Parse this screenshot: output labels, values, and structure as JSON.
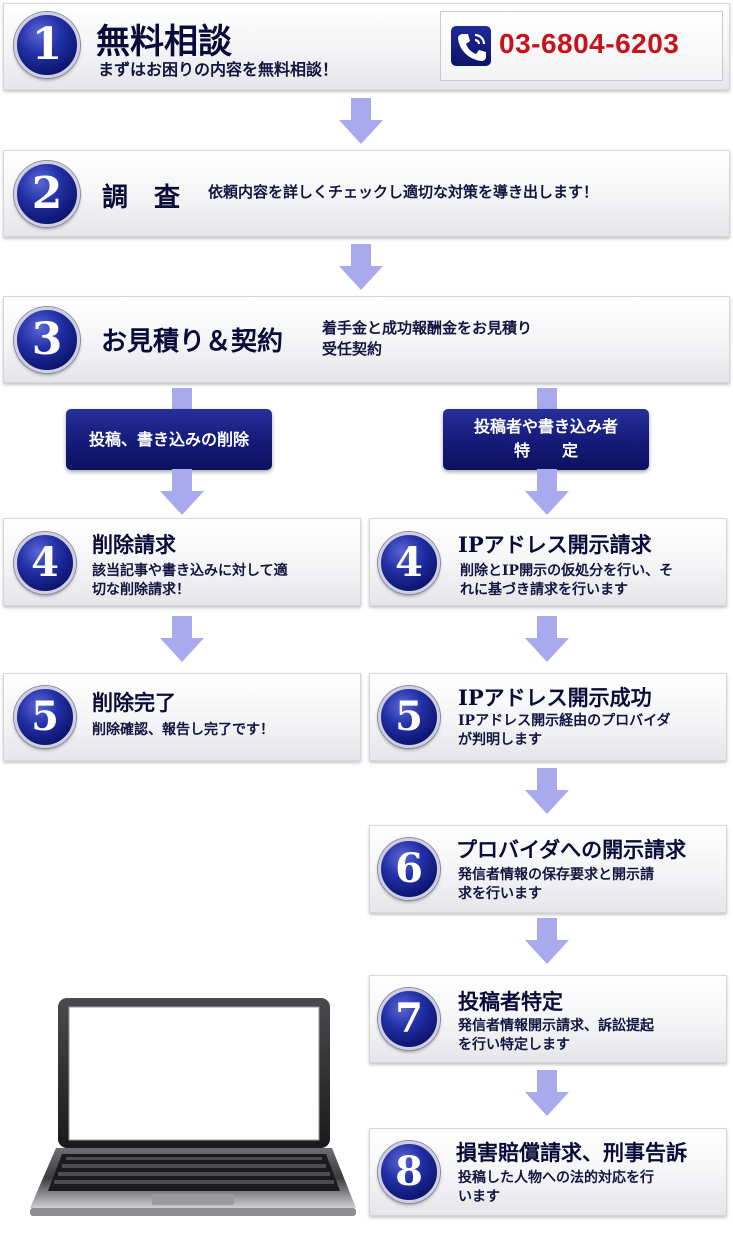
{
  "phone": {
    "number": "03-6804-6203",
    "icon": "phone-icon"
  },
  "colors": {
    "accent": "#121a7a",
    "phone_text": "#c8121b",
    "arrow": "#a9a9ee"
  },
  "steps": {
    "s1": {
      "num": "1",
      "title": "無料相談",
      "desc": "まずはお困りの内容を無料相談！"
    },
    "s2": {
      "num": "2",
      "title": "調　査",
      "desc": "依頼内容を詳しくチェックし適切な対策を導き出します！"
    },
    "s3": {
      "num": "3",
      "title": "お見積り＆契約",
      "desc_line1": "着手金と成功報酬金をお見積り",
      "desc_line2": "受任契約"
    }
  },
  "branches": {
    "left_label": "投稿、書き込みの削除",
    "right_label_line1": "投稿者や書き込み者",
    "right_label_line2": "特　　定"
  },
  "left_steps": {
    "s4": {
      "num": "4",
      "title": "削除請求",
      "desc_line1": "該当記事や書き込みに対して適",
      "desc_line2": "切な削除請求！"
    },
    "s5": {
      "num": "5",
      "title": "削除完了",
      "desc": "削除確認、報告し完了です！"
    }
  },
  "right_steps": {
    "s4": {
      "num": "4",
      "title": "IPアドレス開示請求",
      "desc_line1": "削除とIP開示の仮処分を行い、そ",
      "desc_line2": "れに基づき請求を行います"
    },
    "s5": {
      "num": "5",
      "title": "IPアドレス開示成功",
      "desc_line1": "IPアドレス開示経由のプロバイダ",
      "desc_line2": "が判明します"
    },
    "s6": {
      "num": "6",
      "title": "プロバイダへの開示請求",
      "desc_line1": "発信者情報の保存要求と開示請",
      "desc_line2": "求を行います"
    },
    "s7": {
      "num": "7",
      "title": "投稿者特定",
      "desc_line1": "発信者情報開示請求、訴訟提起",
      "desc_line2": "を行い特定します"
    },
    "s8": {
      "num": "8",
      "title": "損害賠償請求、刑事告訴",
      "desc_line1": "投稿した人物への法的対応を行",
      "desc_line2": "います"
    }
  },
  "decor": {
    "laptop": "laptop-image"
  }
}
